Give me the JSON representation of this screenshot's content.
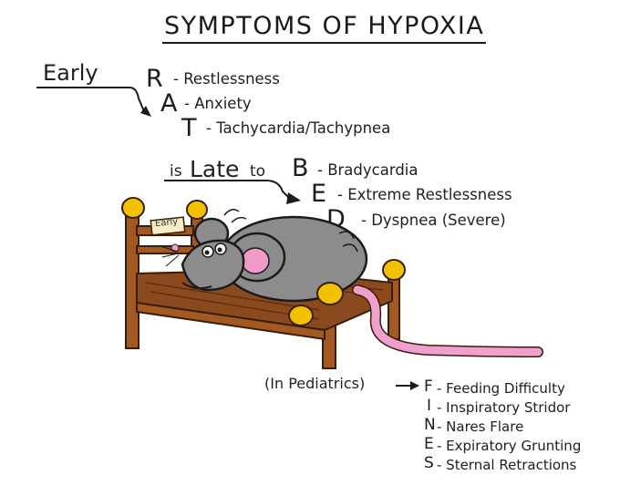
{
  "title": "SYMPTOMS OF HYPOXIA",
  "early": {
    "label": "Early",
    "items": [
      {
        "letter": "R",
        "text": "- Restlessness"
      },
      {
        "letter": "A",
        "text": "- Anxiety"
      },
      {
        "letter": "T",
        "text": "- Tachycardia/Tachypnea"
      }
    ]
  },
  "late": {
    "prefix": "is",
    "label": "Late",
    "suffix": "to",
    "items": [
      {
        "letter": "B",
        "text": "- Bradycardia"
      },
      {
        "letter": "E",
        "text": "- Extreme Restlessness"
      },
      {
        "letter": "D",
        "text": "- Dyspnea (Severe)"
      }
    ]
  },
  "bed_sign": "Early",
  "pediatrics": {
    "label": "(In Pediatrics)",
    "items": [
      {
        "letter": "F",
        "text": "- Feeding Difficulty"
      },
      {
        "letter": "I",
        "text": "- Inspiratory Stridor"
      },
      {
        "letter": "N",
        "text": "- Nares Flare"
      },
      {
        "letter": "E",
        "text": "- Expiratory Grunting"
      },
      {
        "letter": "S",
        "text": "- Sternal Retractions"
      }
    ]
  },
  "colors": {
    "bed_wood": "#8a4a1e",
    "bed_frame": "#a25a22",
    "bed_knob": "#f2c200",
    "mouse": "#8c8c8c",
    "ear_inner": "#f19ac8",
    "tail": "#f0a0cc"
  }
}
